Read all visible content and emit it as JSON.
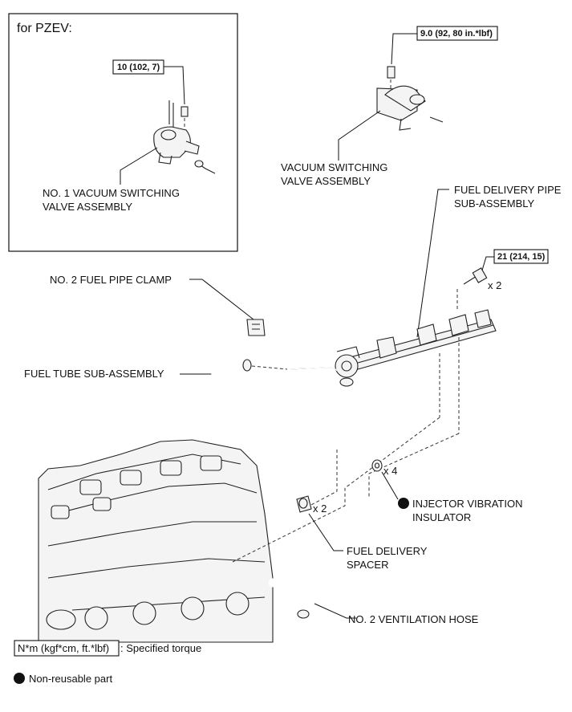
{
  "inset": {
    "title": "for PZEV:",
    "torque": "10 (102, 7)",
    "part_label_line1": "NO. 1 VACUUM SWITCHING",
    "part_label_line2": "VALVE ASSEMBLY"
  },
  "vsv": {
    "torque": "9.0 (92, 80 in.*lbf)",
    "label_line1": "VACUUM SWITCHING",
    "label_line2": "VALVE ASSEMBLY"
  },
  "fuel_delivery_pipe": {
    "label_line1": "FUEL DELIVERY PIPE",
    "label_line2": "SUB-ASSEMBLY",
    "bolt_torque": "21 (214, 15)",
    "bolt_qty": "x 2"
  },
  "fuel_pipe_clamp": {
    "label": "NO. 2 FUEL PIPE CLAMP"
  },
  "fuel_tube": {
    "label": "FUEL TUBE SUB-ASSEMBLY"
  },
  "injector_insulator": {
    "qty": "x 4",
    "label_line1": "INJECTOR VIBRATION",
    "label_line2": "INSULATOR"
  },
  "fuel_delivery_spacer": {
    "qty": "x 2",
    "label_line1": "FUEL DELIVERY",
    "label_line2": "SPACER"
  },
  "ventilation_hose": {
    "label": "NO. 2 VENTILATION HOSE"
  },
  "legend": {
    "torque_box": "N*m (kgf*cm, ft.*lbf)",
    "torque_desc": ": Specified torque",
    "nonreusable": "Non-reusable part"
  }
}
